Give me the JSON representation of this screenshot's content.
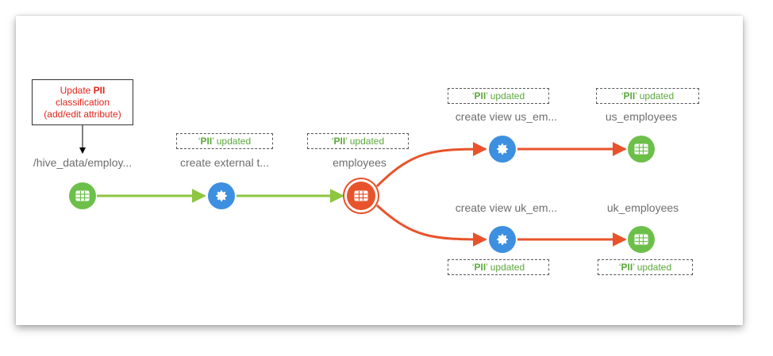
{
  "note": {
    "line1_prefix": "Update ",
    "line1_bold": "PII",
    "line2": "classification",
    "line3": "(add/edit attribute)"
  },
  "badge": {
    "quote_open": "‘",
    "bold": "PII",
    "rest": "’ updated"
  },
  "nodes": [
    {
      "id": "hive-path",
      "label": "/hive_data/employ...",
      "type": "table"
    },
    {
      "id": "create-external",
      "label": "create external t...",
      "type": "process"
    },
    {
      "id": "employees",
      "label": "employees",
      "type": "table-selected"
    },
    {
      "id": "create-view-us",
      "label": "create view us_em...",
      "type": "process"
    },
    {
      "id": "us-employees",
      "label": "us_employees",
      "type": "table"
    },
    {
      "id": "create-view-uk",
      "label": "create view uk_em...",
      "type": "process"
    },
    {
      "id": "uk-employees",
      "label": "uk_employees",
      "type": "table"
    }
  ],
  "colors": {
    "green_edge": "#8dc63f",
    "orange_edge": "#e8532b",
    "table_node": "#6cc04a",
    "process_node": "#3d8fe0",
    "badge_text": "#5aa83a",
    "note_text": "#e2231a"
  }
}
